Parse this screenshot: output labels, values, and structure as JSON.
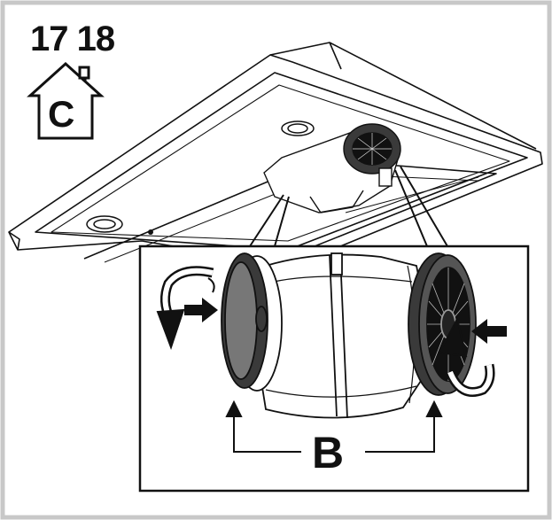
{
  "header": {
    "step_numbers": "17 18",
    "mode_icon": "house-recirculation-icon",
    "mode_letter": "C"
  },
  "detail": {
    "callout_label": "B"
  },
  "colors": {
    "outline": "#111111",
    "frame_border": "#c8c8c8",
    "filter_dark": "#3a3a3a",
    "filter_mid": "#777777"
  }
}
